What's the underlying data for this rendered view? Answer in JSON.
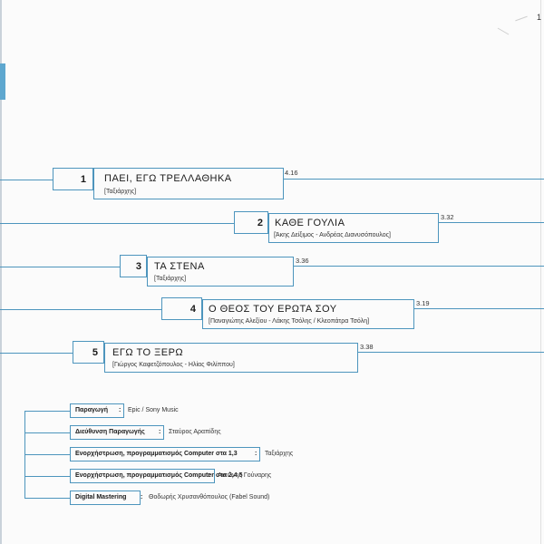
{
  "tracks": [
    {
      "number": "1",
      "title": "ΠΑΕΙ, ΕΓΩ ΤΡΕΛΛΑΘΗΚΑ",
      "credits": "[Ταξιάρχης]",
      "duration": "4.16"
    },
    {
      "number": "2",
      "title": "ΚΑΘΕ ΓΟΥΛΙΑ",
      "credits": "[Άκης Δείξιμος - Ανδρέας Διανυσόπουλος]",
      "duration": "3.32"
    },
    {
      "number": "3",
      "title": "ΤΑ ΣΤΕΝΑ",
      "credits": "[Ταξιάρχης]",
      "duration": "3.36"
    },
    {
      "number": "4",
      "title": "Ο ΘΕΟΣ ΤΟΥ ΕΡΩΤΑ ΣΟΥ",
      "credits": "[Παναγιώτης Αλεξίου - Λάκης Τσόλης / Κλεοπάτρα Τσόλη]",
      "duration": "3.19"
    },
    {
      "number": "5",
      "title": "ΕΓΩ ΤΟ ΞΕΡΩ",
      "credits": "[Γιώργος Καφετζόπουλος - Ηλίας Φιλίππου]",
      "duration": "3.38"
    }
  ],
  "production_credits": [
    {
      "label": "Παραγωγή",
      "separator": ":",
      "value": "Epic / Sony Music"
    },
    {
      "label": "Διεύθυνση Παραγωγής",
      "separator": ":",
      "value": "Σταύρος Αραπίδης"
    },
    {
      "label": "Ενορχήστρωση, προγραμματισμός Computer στα 1,3",
      "separator": ":",
      "value": "Ταξιάρχης"
    },
    {
      "label": "Ενορχήστρωση, προγραμματισμός Computer στα 2,4,5",
      "separator": ":",
      "value": "Αντώνης Γούναρης"
    },
    {
      "label": "Digital Mastering",
      "separator": ":",
      "value": "Θοδωρής Χρυσανθόπουλος (Fabel Sound)"
    }
  ],
  "corner_mark": "1",
  "colors": {
    "line": "#4d95bd",
    "accent": "#5ea7cf"
  }
}
